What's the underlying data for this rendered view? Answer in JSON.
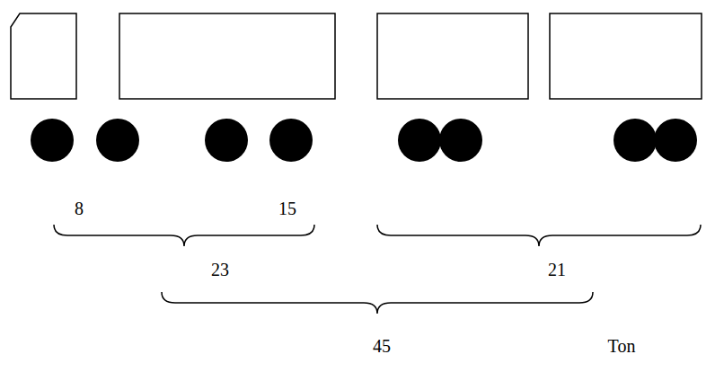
{
  "diagram": {
    "labels": [
      "8",
      "15",
      "23",
      "21",
      "45",
      "Ton"
    ]
  }
}
